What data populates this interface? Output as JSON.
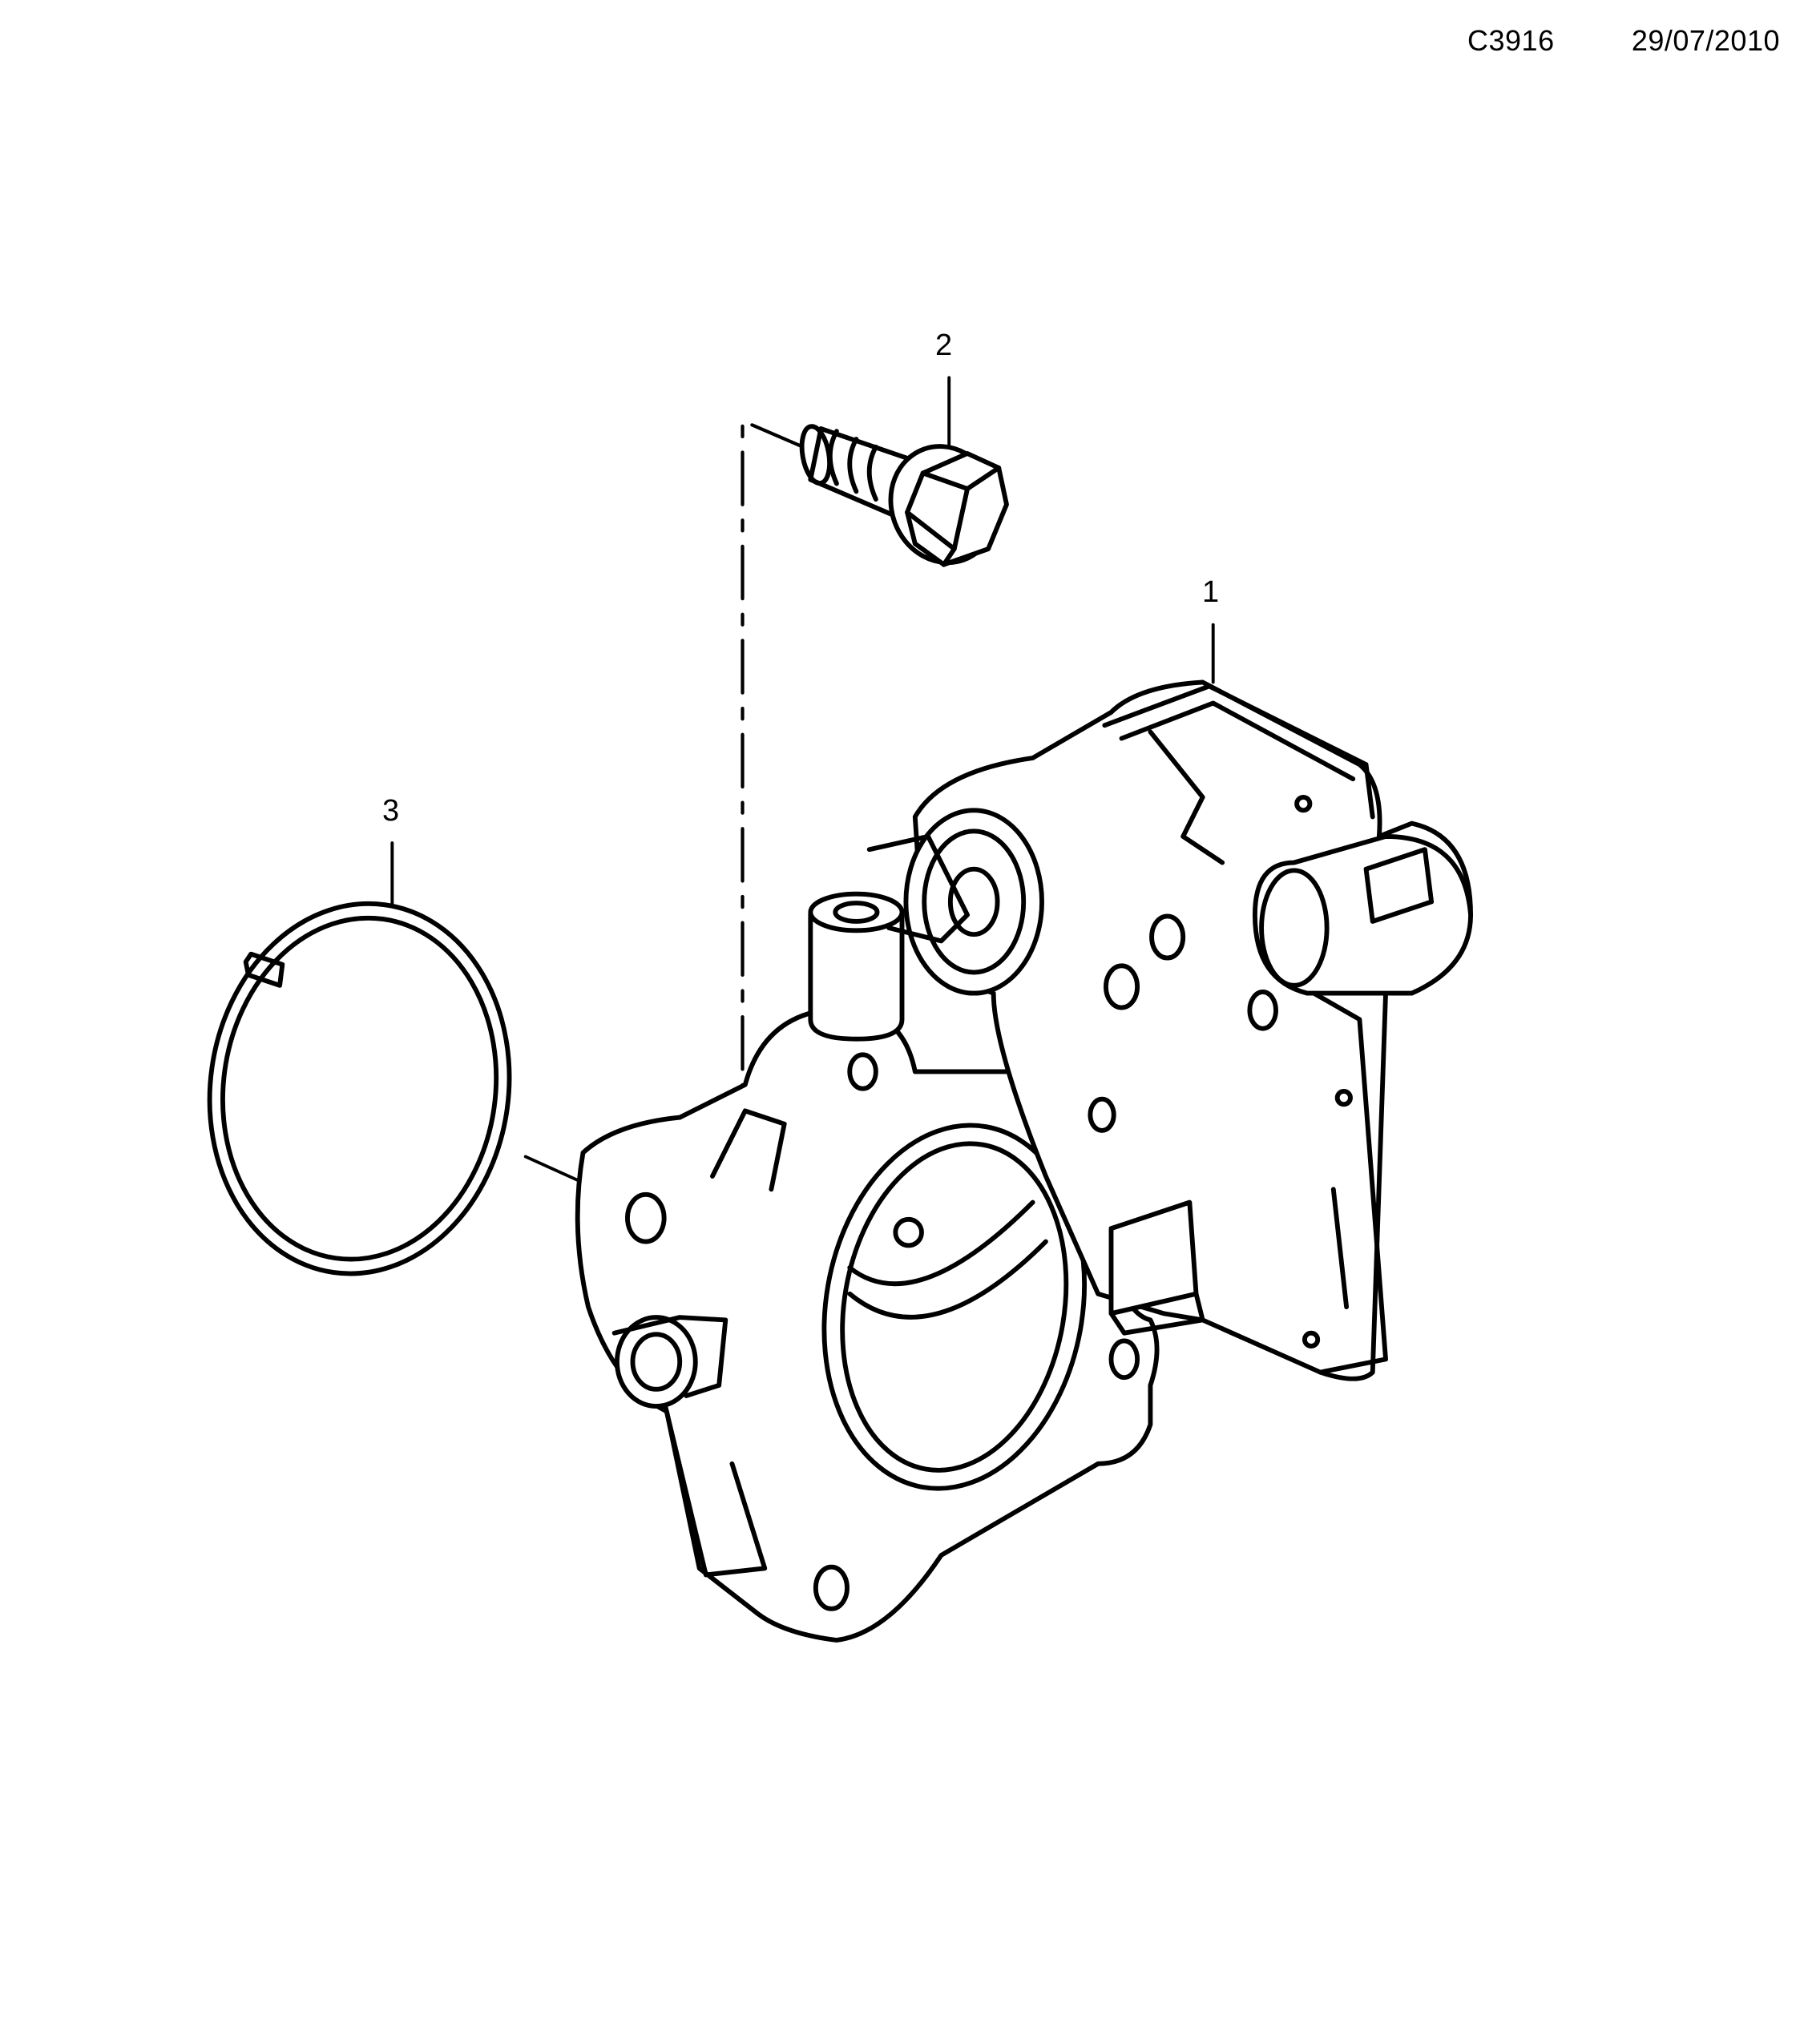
{
  "header": {
    "diagram_code": "C3916",
    "date": "29/07/2010"
  },
  "callouts": [
    {
      "number": "1",
      "part": "throttle-body"
    },
    {
      "number": "2",
      "part": "bolt"
    },
    {
      "number": "3",
      "part": "seal-ring"
    }
  ],
  "colors": {
    "line": "#000000",
    "background": "#ffffff"
  }
}
